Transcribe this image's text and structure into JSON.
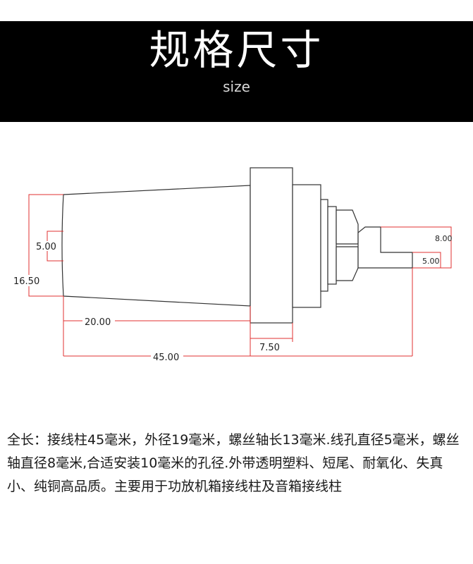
{
  "header": {
    "title": "规格尺寸",
    "subtitle": "size"
  },
  "dimensions": {
    "hole_height": "5.00",
    "body_height": "16.50",
    "cone_length": "20.00",
    "flange_width": "7.50",
    "total_length": "45.00",
    "shaft_diameter": "8.00",
    "tail_diameter": "5.00"
  },
  "description": "全长：接线柱45毫米，外径19毫米，螺丝轴长13毫米.线孔直径5毫米，螺丝轴直径8毫米,合适安装10毫米的孔径.外带透明塑料、短尾、耐氧化、失真小、纯铜高品质。主要用于功放机箱接线柱及音箱接线柱",
  "colors": {
    "banner": "#000000",
    "dimension_line": "#e03030",
    "outline": "#333333"
  }
}
